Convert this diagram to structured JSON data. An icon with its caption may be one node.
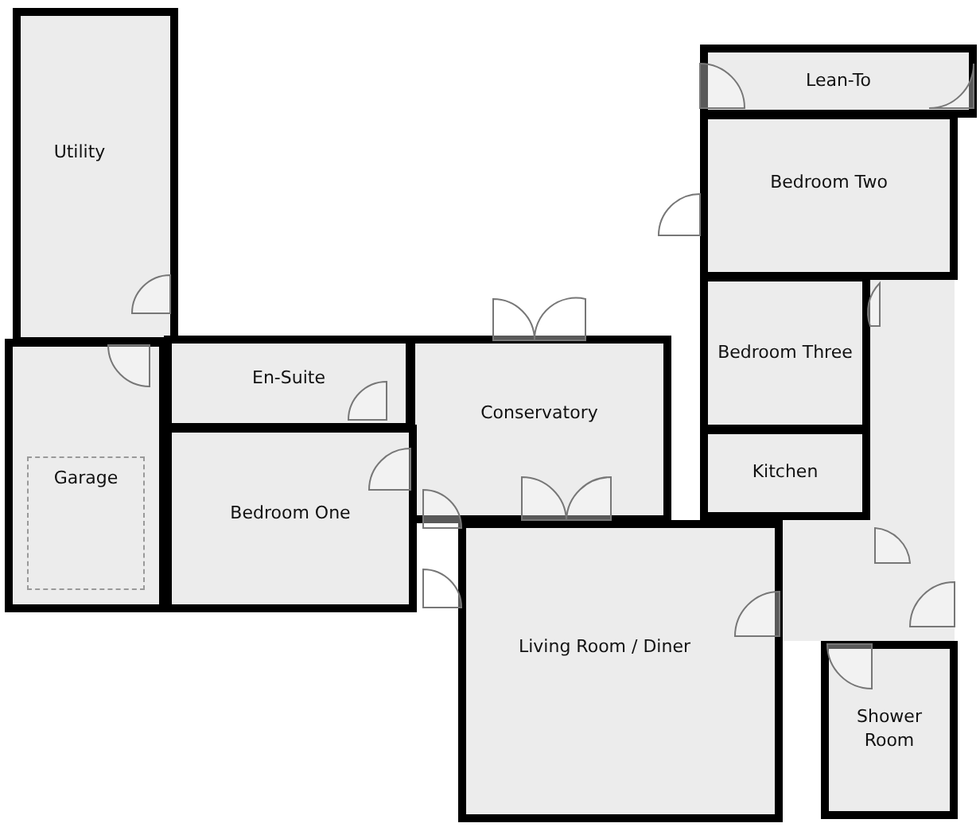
{
  "diagram": {
    "nodes": [
      {
        "text": [
          "Lean-To"
        ]
      },
      {
        "text": [
          "Utility"
        ]
      },
      {
        "text": [
          "Bedroom Two"
        ]
      },
      {
        "text": [
          "En-Suite"
        ]
      },
      {
        "text": [
          "Conservatory"
        ]
      },
      {
        "text": [
          "Bedroom Three"
        ]
      },
      {
        "text": [
          "Garage"
        ]
      },
      {
        "text": [
          "Bedroom One"
        ]
      },
      {
        "text": [
          "Kitchen"
        ]
      },
      {
        "text": [
          "Living Room / Diner"
        ]
      },
      {
        "text": [
          "Shower Room"
        ]
      },
      {
        "text": [],
        "shape": "box"
      },
      {
        "text": [],
        "shape": "box"
      }
    ]
  }
}
